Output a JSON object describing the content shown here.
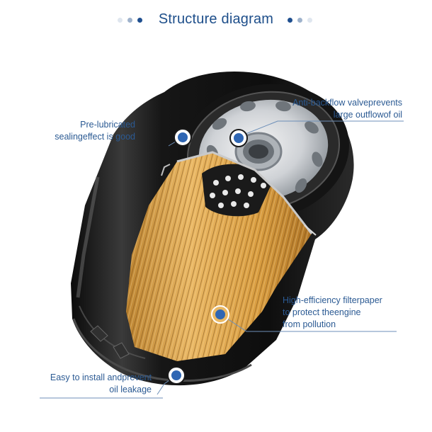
{
  "header": {
    "title": "Structure diagram",
    "accent_color": "#1d4e8a",
    "dot_colors": [
      "#dfe6ef",
      "#9fb3cc",
      "#1f4f8f"
    ]
  },
  "annotations": {
    "pre_lubricated": {
      "line1": "Pre-lubricated",
      "line2": "sealingeffect is good"
    },
    "anti_backflow": {
      "line1": "Anti-backflow valveprevents",
      "line2": "large outflowof oil"
    },
    "filter_paper": {
      "line1": "High-efficiency filterpaper",
      "line2": "to protect theengine",
      "line3": "from pollution"
    },
    "easy_install": {
      "line1": "Easy to install andprevent",
      "line2": "oil leakage"
    }
  },
  "colors": {
    "marker": "#2f66b3",
    "leader_line": "#6d8fb8",
    "filter_paper": "#e0a94d",
    "canister": "#1a1a1a"
  }
}
